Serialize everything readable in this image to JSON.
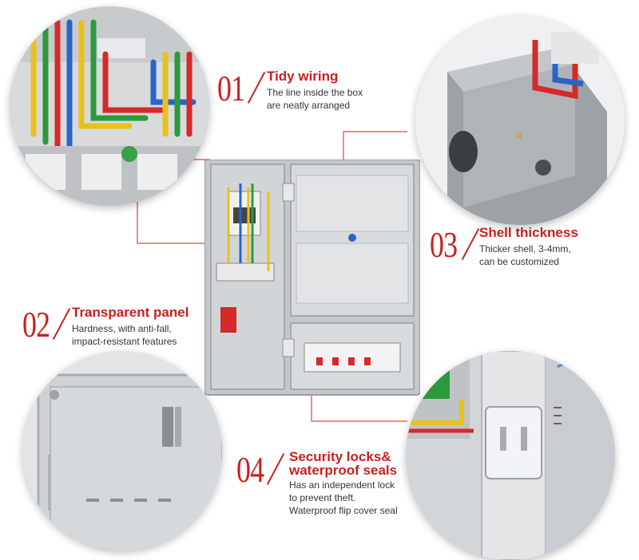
{
  "features": [
    {
      "number": "01",
      "title": "Tidy wiring",
      "description": [
        "The line inside the box",
        "are neatly arranged"
      ]
    },
    {
      "number": "02",
      "title": "Transparent panel",
      "description": [
        "Hardness, with anti-fall,",
        "impact-resistant features"
      ]
    },
    {
      "number": "03",
      "title": "Shell thickness",
      "description": [
        "Thicker shell, 3-4mm,",
        "can be customized"
      ]
    },
    {
      "number": "04",
      "title_lines": [
        "Security locks&",
        "waterproof seals"
      ],
      "description": [
        "Has an independent lock",
        "to prevent theft.",
        "Waterproof flip cover seal"
      ]
    }
  ],
  "colors": {
    "accent": "#c9201e",
    "text": "#333333",
    "enclosure": "#b8bcc0"
  },
  "icons": {
    "circle1": "wiring-closeup-image",
    "circle2": "shell-corner-closeup-image",
    "circle3": "transparent-panel-closeup-image",
    "circle4": "lock-seal-closeup-image",
    "center": "meter-box-product-image"
  }
}
